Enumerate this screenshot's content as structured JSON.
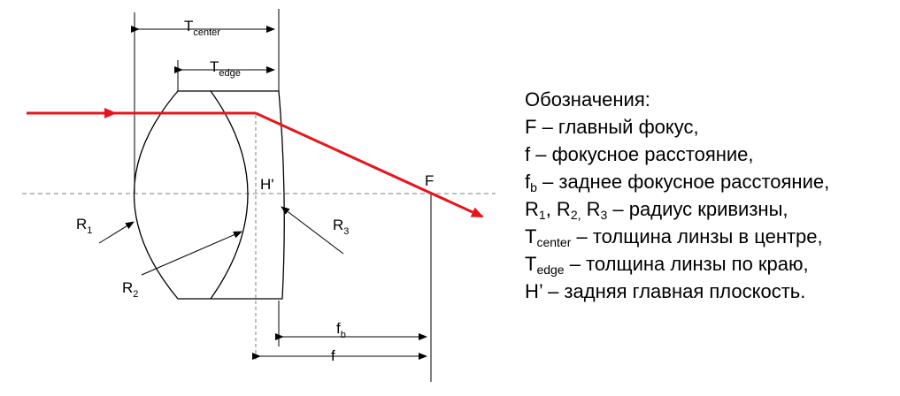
{
  "diagram": {
    "labels": {
      "t_center_main": "T",
      "t_center_sub": "center",
      "t_edge_main": "T",
      "t_edge_sub": "edge",
      "h_prime": "H'",
      "focus": "F",
      "r1_main": "R",
      "r1_sub": "1",
      "r2_main": "R",
      "r2_sub": "2",
      "r3_main": "R",
      "r3_sub": "3",
      "fb_main": "f",
      "fb_sub": "b",
      "f": "f"
    },
    "colors": {
      "ray": "#e8141c",
      "line": "#000000",
      "axis": "#7f7f7f"
    }
  },
  "legend": {
    "title": "Обозначения:",
    "items": [
      {
        "sym": "F",
        "sub": "",
        "desc": " – главный фокус,"
      },
      {
        "sym": "f",
        "sub": "",
        "desc": " – фокусное расстояние,"
      },
      {
        "sym": "f",
        "sub": "b",
        "desc": " – заднее фокусное расстояние,"
      },
      {
        "sym": "R",
        "sub": "1",
        "mid": ", R",
        "sub2": "2,",
        "mid2": " R",
        "sub3": "3",
        "desc": " – радиус кривизны,"
      },
      {
        "sym": "T",
        "sub": "center",
        "desc": " – толщина линзы в центре,"
      },
      {
        "sym": "T",
        "sub": "edge",
        "desc": " – толщина линзы по краю,"
      },
      {
        "sym": "H’",
        "sub": "",
        "desc": " – задняя главная плоскость."
      }
    ]
  }
}
